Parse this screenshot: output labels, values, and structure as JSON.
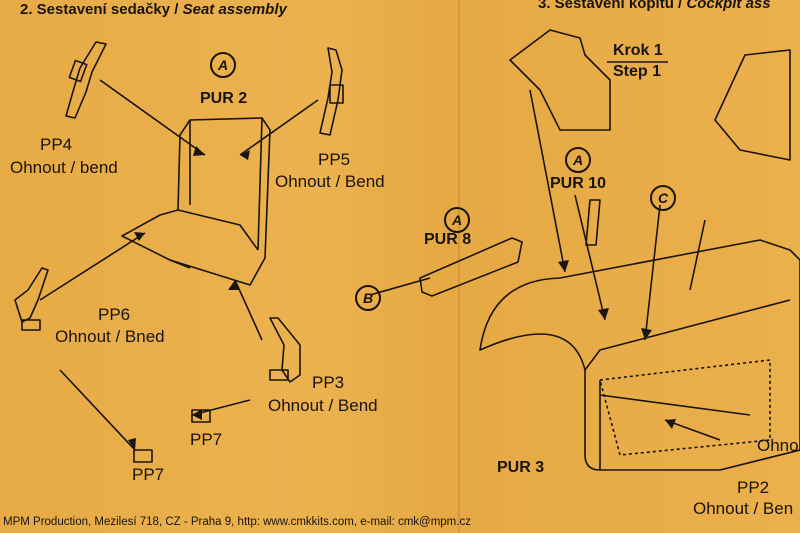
{
  "section2": {
    "number": "2. Sestavení sedačky /",
    "title_en": "Seat assembly"
  },
  "section3": {
    "number": "3. Sestavení kopitu /",
    "title_en": "Cockpit ass"
  },
  "step": {
    "cz": "Krok 1",
    "en": "Step 1"
  },
  "parts": {
    "pur2": "PUR 2",
    "pur8": "PUR 8",
    "pur10": "PUR 10",
    "pur3": "PUR 3",
    "pp4": "PP4",
    "pp4_note": "Ohnout / bend",
    "pp5": "PP5",
    "pp5_note": "Ohnout / Bend",
    "pp6": "PP6",
    "pp6_note": "Ohnout / Bned",
    "pp3": "PP3",
    "pp3_note": "Ohnout / Bend",
    "pp7a": "PP7",
    "pp7b": "PP7",
    "pp2": "PP2",
    "pp2_note": "Ohnout / Ben",
    "cut_note": "Ohno"
  },
  "markers": {
    "a": "A",
    "b": "B",
    "c": "C"
  },
  "footer": "MPM Production, Mezilesí 718, CZ - Praha 9,  http: www.cmkkits.com, e-mail: cmk@mpm.cz",
  "colors": {
    "paper": "#e9ae4a",
    "ink": "#1a1410"
  }
}
